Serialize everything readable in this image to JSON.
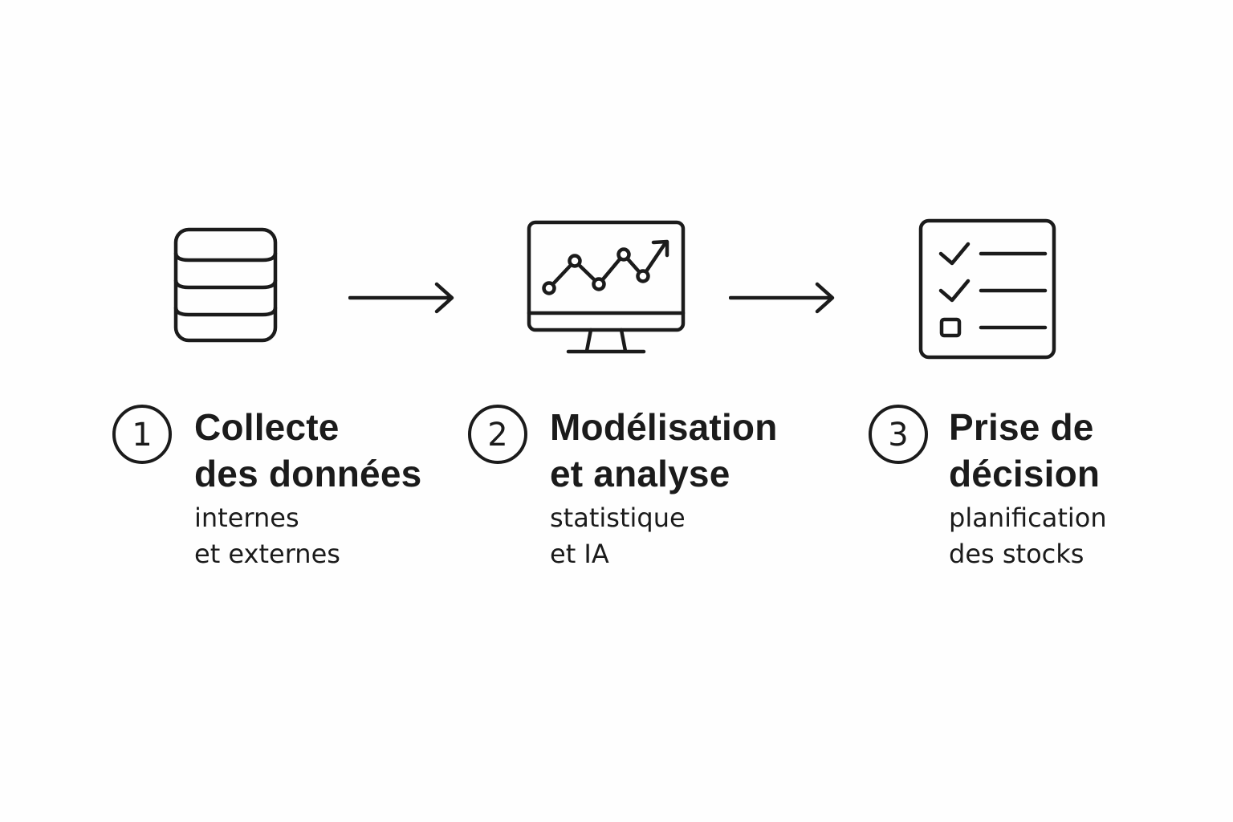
{
  "icons": {
    "step1": "database-icon",
    "step2": "monitor-chart-icon",
    "step3": "checklist-icon",
    "connector": "arrow-right-icon"
  },
  "colors": {
    "stroke": "#1b1b1b",
    "background": "#fefefe"
  },
  "steps": [
    {
      "number": "1",
      "title_line1": "Collecte",
      "title_line2": "des données",
      "sub_line1": "internes",
      "sub_line2": "et externes"
    },
    {
      "number": "2",
      "title_line1": "Modélisation",
      "title_line2": "et analyse",
      "sub_line1": "statistique",
      "sub_line2": "et IA"
    },
    {
      "number": "3",
      "title_line1": "Prise de",
      "title_line2": "décision",
      "sub_line1": "planification",
      "sub_line2": "des stocks"
    }
  ]
}
